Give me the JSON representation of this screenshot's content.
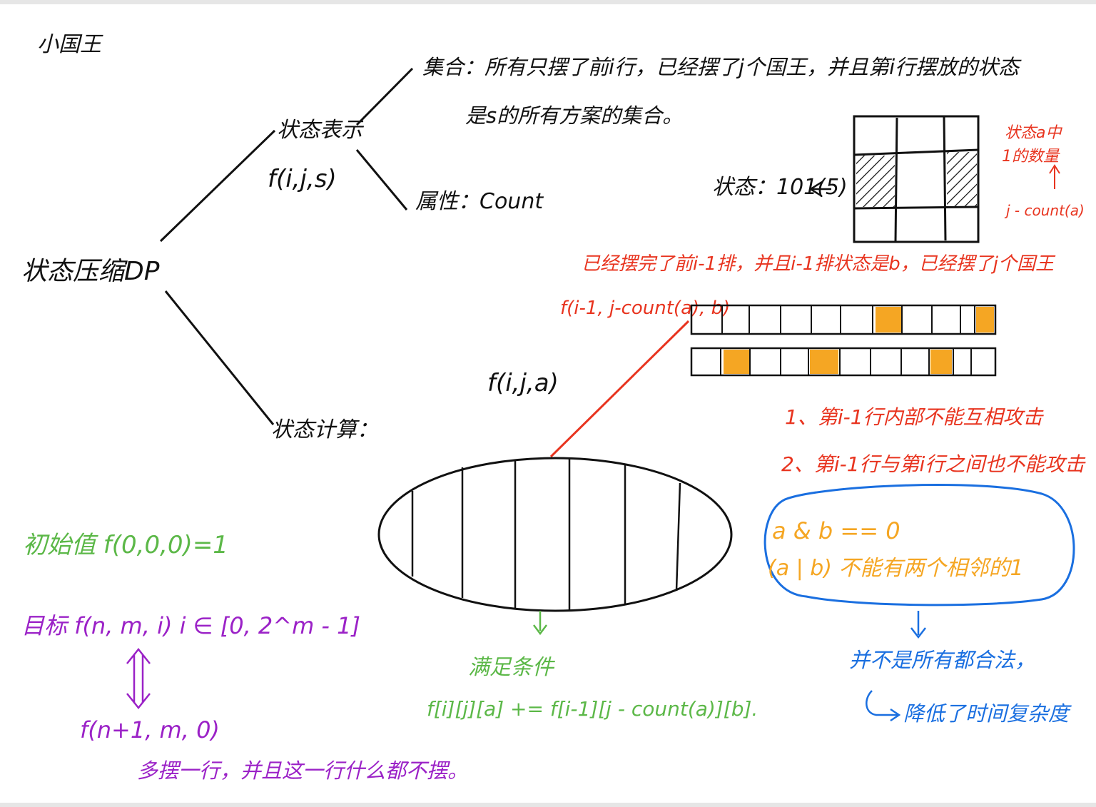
{
  "title": "小国王",
  "root": "状态压缩DP",
  "representation": {
    "label": "状态表示",
    "fn": "f(i,j,s)",
    "set_text_line1": "集合：所有只摆了前i行，已经摆了j个国王，并且第i行摆放的状态",
    "set_text_line2": "是s的所有方案的集合。",
    "attr_text": "属性：Count"
  },
  "grid_annotation": {
    "state_label": "状态：101(5)",
    "side_note_line1": "状态a中",
    "side_note_line2": "1的数量",
    "side_note_line3": "j - count(a)"
  },
  "computation": {
    "label": "状态计算：",
    "fn": "f(i,j,a)",
    "red_line1": "已经摆完了前i-1排，并且i-1排状态是b，已经摆了j个国王",
    "red_fn": "f(i-1, j-count(a), b)",
    "condition1": "1、第i-1行内部不能互相攻击",
    "condition2": "2、第i-1行与第i行之间也不能攻击"
  },
  "bitwise": {
    "line1": "a & b == 0",
    "line2": "(a | b) 不能有两个相邻的1",
    "note1": "并不是所有都合法，",
    "note2": "降低了时间复杂度"
  },
  "transition": {
    "label": "满足条件",
    "formula": "f[i][j][a] += f[i-1][j - count(a)][b]."
  },
  "init": {
    "text": "初始值 f(0,0,0)=1"
  },
  "target": {
    "line": "目标 f(n, m, i)  i ∈ [0, 2^m - 1]",
    "equiv": "f(n+1, m, 0)",
    "note": "多摆一行，并且这一行什么都不摆。"
  },
  "colors": {
    "ink": "#111111",
    "red": "#e8341f",
    "orange": "#f5a623",
    "green": "#5cb848",
    "purple": "#9b22c7",
    "blue": "#1a6fe0"
  }
}
